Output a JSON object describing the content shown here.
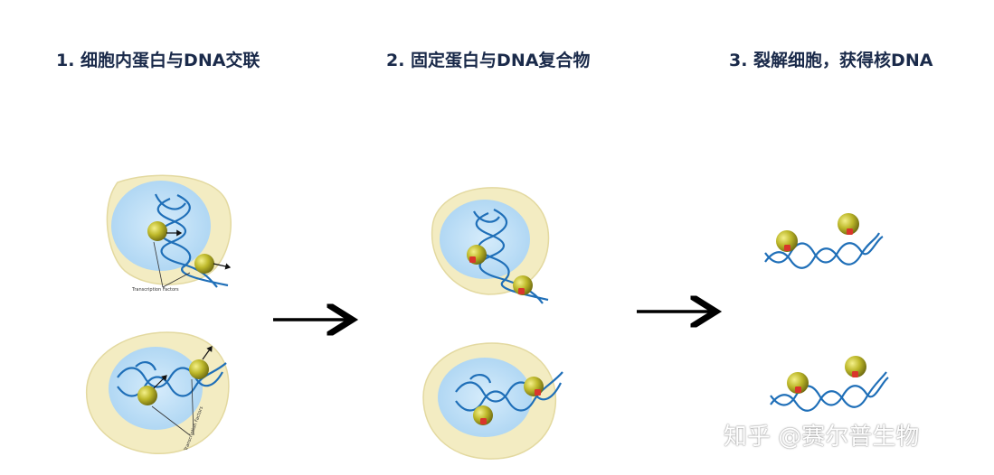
{
  "steps": {
    "step1_title": "1. 细胞内蛋白与DNA交联",
    "step2_title": "2. 固定蛋白与DNA复合物",
    "step3_title": "3. 裂解细胞，获得核DNA"
  },
  "labels": {
    "tf_label_top": "Transcription Factors",
    "tf_label_bottom": "Transcription Factors"
  },
  "watermark": "知乎 @赛尔普生物",
  "colors": {
    "cell": "#f3ecc2",
    "nucleus": "#bfe0f7",
    "dna": "#1f6fb8",
    "protein": "#b8b422",
    "crosslink": "#d9362b",
    "arrow": "#000000"
  }
}
